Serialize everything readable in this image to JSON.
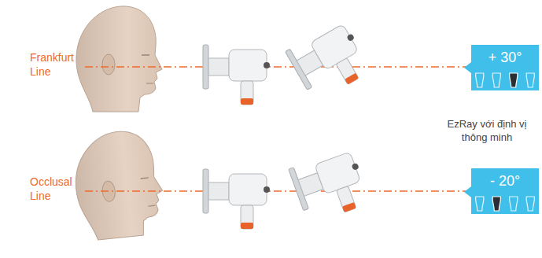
{
  "diagram": {
    "nodes": [
      {
        "text": [
          "+ 30°"
        ]
      },
      {
        "text": [
          "- 20°"
        ]
      }
    ],
    "labels": [
      "Frankfurt Line",
      "Occlusal Line",
      "EzRay với định vị thông minh"
    ]
  }
}
